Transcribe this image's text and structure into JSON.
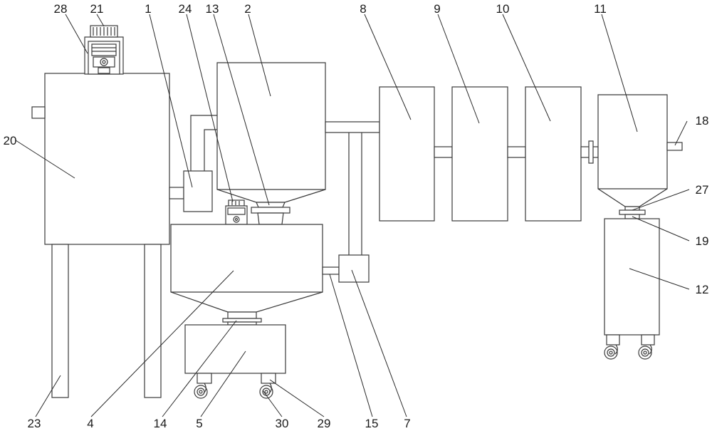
{
  "labels": {
    "l1": "1",
    "l2": "2",
    "l4": "4",
    "l5": "5",
    "l7": "7",
    "l8": "8",
    "l9": "9",
    "l10": "10",
    "l11": "11",
    "l12": "12",
    "l13": "13",
    "l14": "14",
    "l15": "15",
    "l18": "18",
    "l19": "19",
    "l20": "20",
    "l21": "21",
    "l23": "23",
    "l24": "24",
    "l27": "27",
    "l28": "28",
    "l29": "29",
    "l30": "30"
  },
  "colors": {
    "line": "#3a3a3a",
    "text": "#1a1a1a",
    "background": "#ffffff"
  }
}
